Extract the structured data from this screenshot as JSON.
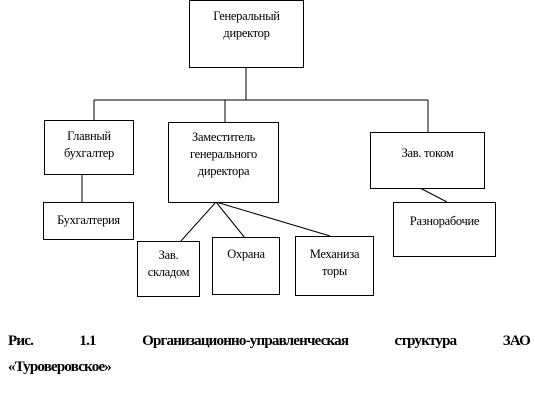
{
  "nodes": {
    "gen_director": {
      "line1": "Генеральный",
      "line2": "директор"
    },
    "chief_accountant": {
      "line1": "Главный",
      "line2": "бухгалтер"
    },
    "deputy_director": {
      "line1": "Заместитель",
      "line2": "генерального",
      "line3": "директора"
    },
    "shop_head": {
      "line1": "Зав. током"
    },
    "accounting": {
      "line1": "Бухгалтерия"
    },
    "workers": {
      "line1": "Разнорабочие"
    },
    "warehouse_head": {
      "line1": "Зав.",
      "line2": "складом"
    },
    "security": {
      "line1": "Охрана"
    },
    "mechanics": {
      "line1": "Механиза",
      "line2": "торы"
    }
  },
  "caption": {
    "w1": "Рис.",
    "w2": "1.1",
    "w3": "Организационно-управленческая",
    "w4": "структура",
    "w5": "ЗАО",
    "w6": "«Туроверовское»"
  }
}
